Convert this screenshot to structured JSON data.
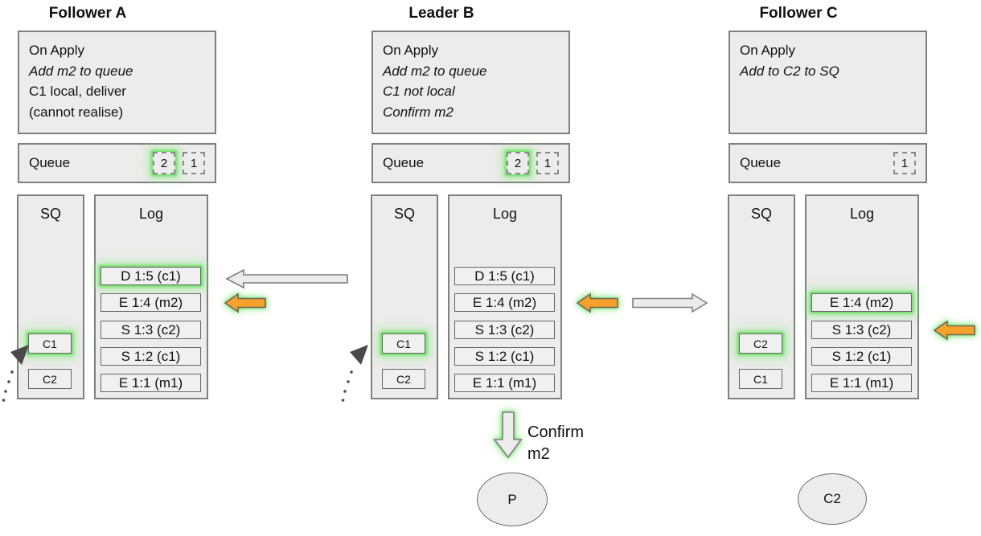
{
  "colors": {
    "box_fill": "#ececec",
    "box_border": "#7f7f7f",
    "entry_fill": "#f0f0f0",
    "entry_border": "#666666",
    "orange": "#f5a12b",
    "glow": "#61db59",
    "arrow_fill": "#ececec",
    "dotted": "#4a4a4a"
  },
  "diagram": {
    "nodes": [
      {
        "title": "Follower A",
        "apply_lines": [
          "On Apply",
          "Add m2 to queue",
          "C1 local, deliver",
          "(cannot realise)"
        ],
        "queue": {
          "label": "Queue",
          "items": [
            {
              "value": "2",
              "highlighted": true
            },
            {
              "value": "1",
              "highlighted": false
            }
          ]
        },
        "sq": {
          "label": "SQ",
          "items": [
            {
              "value": "C1",
              "highlighted": true
            },
            {
              "value": "C2",
              "highlighted": false
            }
          ]
        },
        "log": {
          "label": "Log",
          "entries": [
            {
              "text": "D 1:5 (c1)",
              "highlighted": true
            },
            {
              "text": "E 1:4 (m2)",
              "highlighted": false
            },
            {
              "text": "S 1:3 (c2)",
              "highlighted": false
            },
            {
              "text": "S 1:2 (c1)",
              "highlighted": false
            },
            {
              "text": "E 1:1 (m1)",
              "highlighted": false
            }
          ]
        }
      },
      {
        "title": "Leader B",
        "apply_lines": [
          "On Apply",
          "Add m2 to queue",
          "C1 not local",
          "Confirm m2"
        ],
        "queue": {
          "label": "Queue",
          "items": [
            {
              "value": "2",
              "highlighted": true
            },
            {
              "value": "1",
              "highlighted": false
            }
          ]
        },
        "sq": {
          "label": "SQ",
          "items": [
            {
              "value": "C1",
              "highlighted": true
            },
            {
              "value": "C2",
              "highlighted": false
            }
          ]
        },
        "log": {
          "label": "Log",
          "entries": [
            {
              "text": "D 1:5 (c1)",
              "highlighted": false
            },
            {
              "text": "E 1:4 (m2)",
              "highlighted": false
            },
            {
              "text": "S 1:3 (c2)",
              "highlighted": false
            },
            {
              "text": "S 1:2 (c1)",
              "highlighted": false
            },
            {
              "text": "E 1:1 (m1)",
              "highlighted": false
            }
          ]
        }
      },
      {
        "title": "Follower C",
        "apply_lines": [
          "On Apply",
          "Add to C2 to SQ"
        ],
        "queue": {
          "label": "Queue",
          "items": [
            {
              "value": "1",
              "highlighted": false
            }
          ]
        },
        "sq": {
          "label": "SQ",
          "items": [
            {
              "value": "C2",
              "highlighted": true
            },
            {
              "value": "C1",
              "highlighted": false
            }
          ]
        },
        "log": {
          "label": "Log",
          "entries": [
            {
              "text": "E 1:4 (m2)",
              "highlighted": true
            },
            {
              "text": "S 1:3 (c2)",
              "highlighted": false
            },
            {
              "text": "S 1:2 (c1)",
              "highlighted": false
            },
            {
              "text": "E 1:1 (m1)",
              "highlighted": false
            }
          ]
        }
      }
    ],
    "arrows": [
      {
        "name": "replicate-to-a",
        "direction": "left",
        "color": "gray",
        "highlighted": false
      },
      {
        "name": "apply-marker-a",
        "direction": "left",
        "color": "orange",
        "highlighted": true
      },
      {
        "name": "apply-marker-b",
        "direction": "left",
        "color": "orange",
        "highlighted": true
      },
      {
        "name": "replicate-to-c",
        "direction": "right",
        "color": "gray",
        "highlighted": false
      },
      {
        "name": "apply-marker-c",
        "direction": "left",
        "color": "orange",
        "highlighted": true
      },
      {
        "name": "confirm-m2",
        "direction": "down",
        "color": "gray",
        "highlighted": true
      },
      {
        "name": "sq-pointer-a",
        "direction": "up-right",
        "style": "dotted"
      },
      {
        "name": "sq-pointer-b",
        "direction": "up-right",
        "style": "dotted"
      }
    ],
    "confirm": {
      "lines": [
        "Confirm",
        "m2"
      ]
    },
    "circles": [
      {
        "label": "P"
      },
      {
        "label": "C2"
      }
    ]
  }
}
